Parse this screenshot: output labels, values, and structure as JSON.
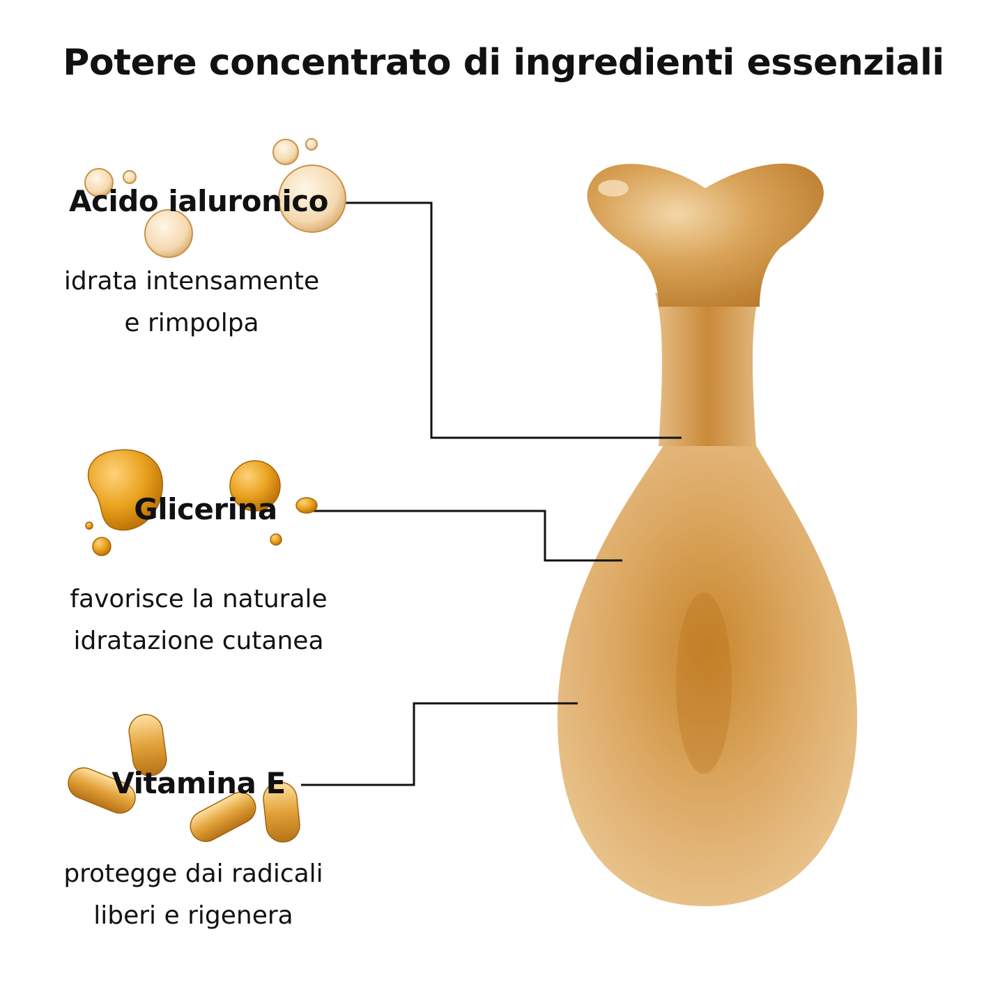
{
  "title": "Potere concentrato di ingredienti essenziali",
  "colors": {
    "capsule_gold": "#C98A2E",
    "capsule_highlight": "#F2D3A2",
    "amber_drop": "#E39A10",
    "connector_line": "#111111"
  },
  "ingredients": [
    {
      "name": "Acido ialuronico",
      "description": [
        "idrata intensamente",
        "e rimpolpa"
      ],
      "decoration": "clear-bubbles"
    },
    {
      "name": "Glicerina",
      "description": [
        "favorisce la naturale",
        "idratazione cutanea"
      ],
      "decoration": "amber-droplets"
    },
    {
      "name": "Vitamina E",
      "description": [
        "protegge dai radicali",
        "liberi e rigenera"
      ],
      "decoration": "softgel-capsules"
    }
  ]
}
